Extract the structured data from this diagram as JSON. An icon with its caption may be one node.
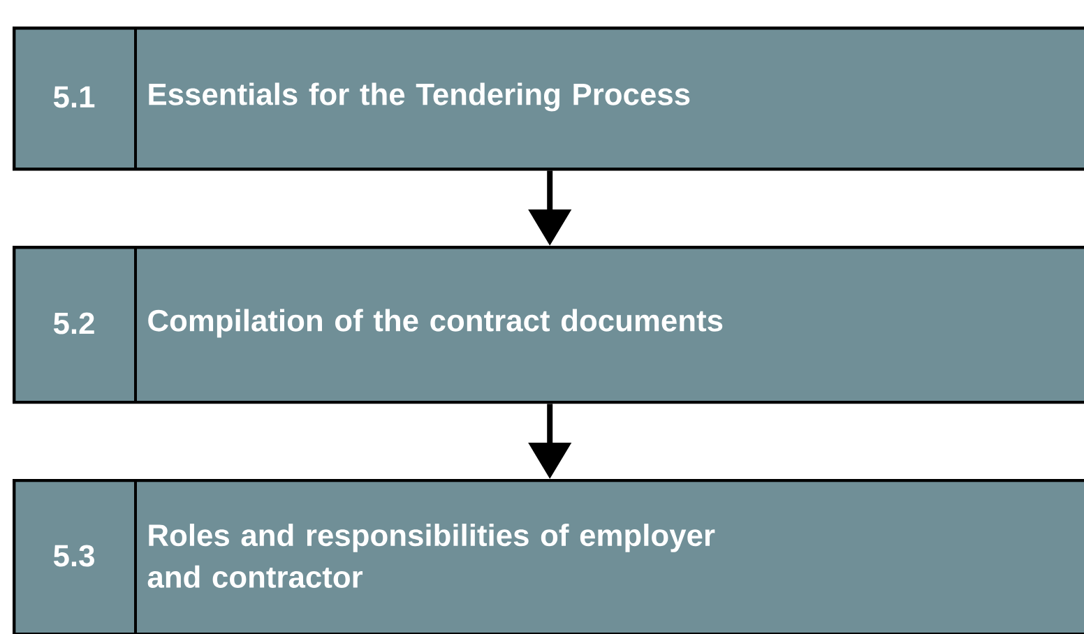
{
  "diagram": {
    "nodes": [
      {
        "text": [
          "5.1",
          "Essentials for the Tendering Process"
        ]
      },
      {
        "text": [
          "5.2",
          "Compilation of the contract documents"
        ]
      },
      {
        "text": [
          "5.3",
          "Roles and responsibilities of employer and contractor"
        ]
      }
    ],
    "edges": [
      {
        "from": 0,
        "to": 1,
        "arrow": "to"
      },
      {
        "from": 1,
        "to": 2,
        "arrow": "to"
      }
    ]
  }
}
